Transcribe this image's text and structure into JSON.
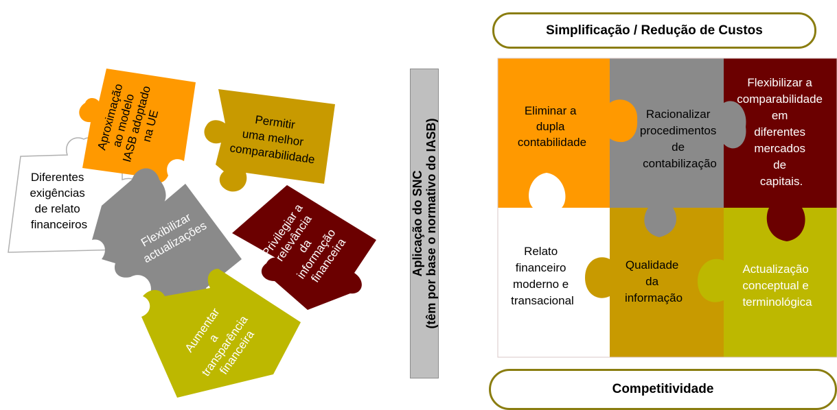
{
  "left_pieces": {
    "aproximacao": [
      "Aproximação",
      "ao modelo",
      "IASB adoptado",
      "na UE"
    ],
    "permitir": [
      "Permitir",
      "uma melhor",
      "comparabilidade"
    ],
    "diferentes": [
      "Diferentes",
      "exigências",
      "de relato",
      "financeiros"
    ],
    "flexibilizar": [
      "Flexibilizar",
      "actualizações"
    ],
    "privilegiar": [
      "Privilegiar a",
      "relevância",
      "da",
      "informação",
      "financeira"
    ],
    "aumentar": [
      "Aumentar",
      "a",
      "transparência",
      "financeira"
    ]
  },
  "center_bar": {
    "line1": "Aplicação do SNC",
    "line2": "(têm por base o normativo do IASB)"
  },
  "right_panel": {
    "top_label": "Simplificação / Redução de Custos",
    "bottom_label": "Competitividade",
    "cells": {
      "eliminar": [
        "Eliminar a",
        "dupla",
        "contabilidade"
      ],
      "racionalizar": [
        "Racionalizar",
        "procedimentos",
        "de",
        "contabilização"
      ],
      "flexibilizar_comp": [
        "Flexibilizar a",
        "comparabilidade",
        "em",
        "diferentes",
        "mercados",
        "de",
        "capitais."
      ],
      "relato": [
        "Relato",
        "financeiro",
        "moderno e",
        "transacional"
      ],
      "qualidade": [
        "Qualidade",
        "da",
        "informação"
      ],
      "actualizacao": [
        "Actualização",
        "conceptual e",
        "terminológica"
      ]
    }
  },
  "colors": {
    "orange": "#ff9900",
    "gray": "#888888",
    "gold": "#c89a00",
    "maroon": "#6b0000",
    "olive": "#bdb800",
    "border": "#8a7d10"
  }
}
